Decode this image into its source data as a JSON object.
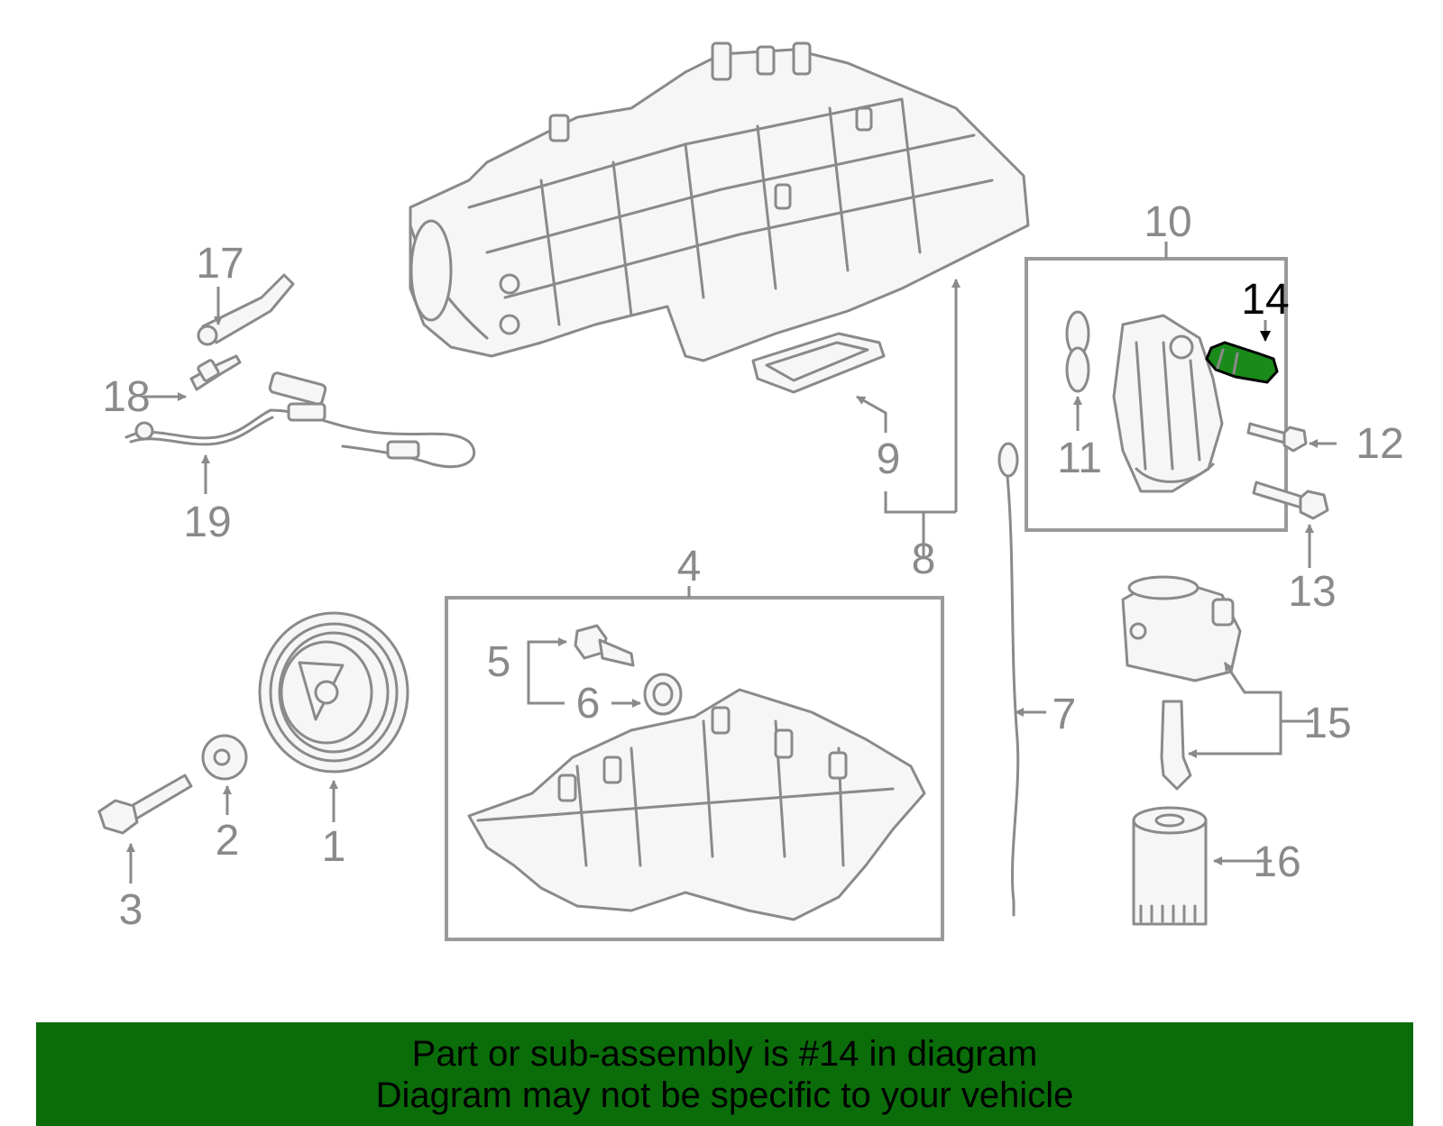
{
  "colors": {
    "highlight_part": "#1a8a1a",
    "banner_bg": "#0a6d0a",
    "callout_text": "#8a8a8a",
    "highlight_text": "#000000"
  },
  "callouts": {
    "c1": "1",
    "c2": "2",
    "c3": "3",
    "c4": "4",
    "c5": "5",
    "c6": "6",
    "c7": "7",
    "c8": "8",
    "c9": "9",
    "c10": "10",
    "c11": "11",
    "c12": "12",
    "c13": "13",
    "c14": "14",
    "c15": "15",
    "c16": "16",
    "c17": "17",
    "c18": "18",
    "c19": "19"
  },
  "highlighted_part": "14",
  "banner": {
    "line1": "Part or sub-assembly is #14 in diagram",
    "line2": "Diagram may not be specific to your vehicle"
  }
}
